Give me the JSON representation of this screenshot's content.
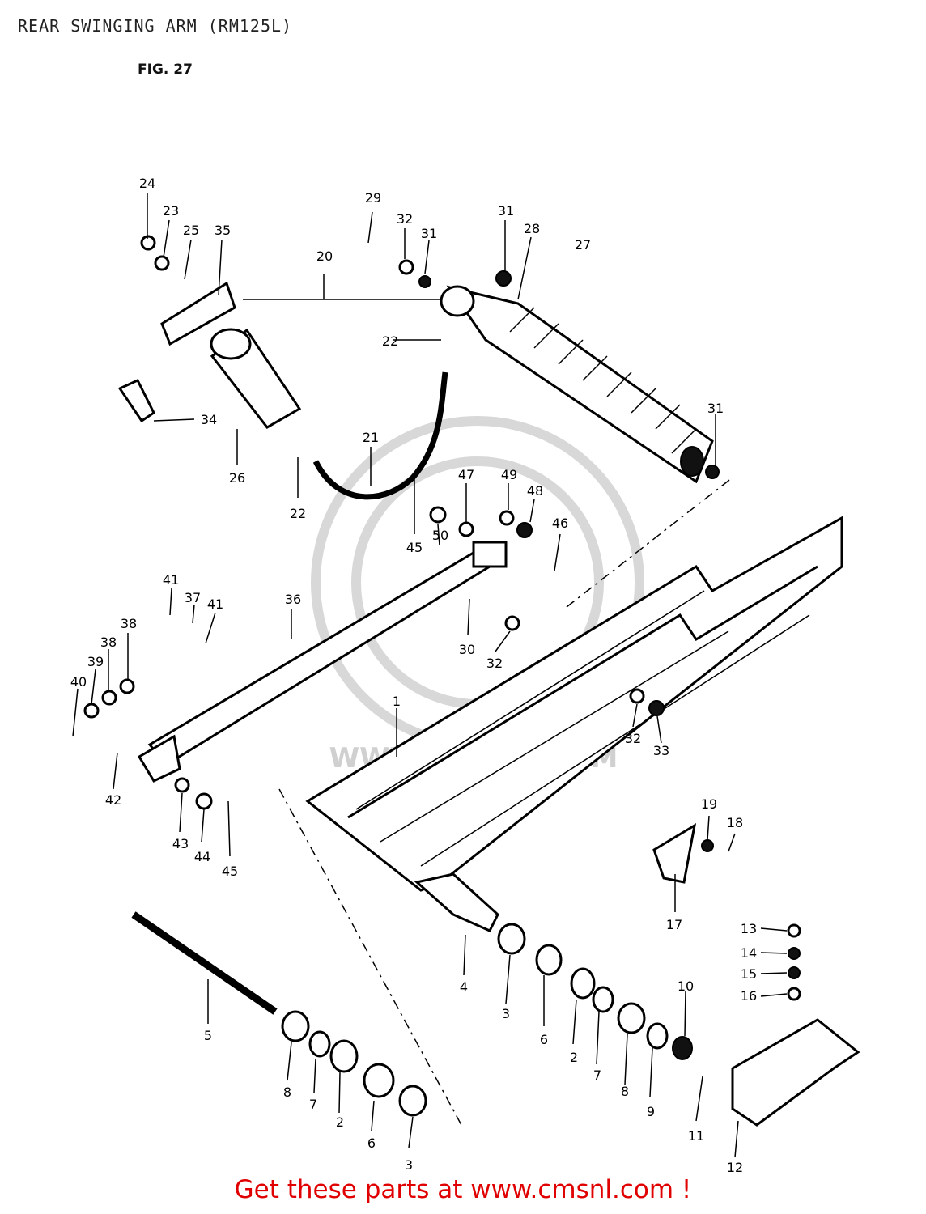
{
  "title": "REAR SWINGING ARM (RM125L)",
  "figure": "FIG. 27",
  "watermark": "WWW.CMSNL.COM",
  "footer": "Get these parts at www.cmsnl.com !",
  "colors": {
    "footer": "#e00000",
    "ink": "#000000",
    "watermark": "#d0d0d0"
  },
  "callouts": [
    "24",
    "23",
    "25",
    "35",
    "29",
    "32",
    "31",
    "31",
    "28",
    "27",
    "20",
    "22",
    "34",
    "26",
    "21",
    "31",
    "22",
    "47",
    "49",
    "48",
    "46",
    "45",
    "50",
    "36",
    "41",
    "37",
    "41",
    "38",
    "38",
    "39",
    "40",
    "30",
    "32",
    "1",
    "32",
    "33",
    "42",
    "43",
    "44",
    "45",
    "19",
    "18",
    "17",
    "4",
    "3",
    "6",
    "2",
    "7",
    "8",
    "9",
    "10",
    "13",
    "14",
    "15",
    "16",
    "5",
    "8",
    "7",
    "2",
    "6",
    "3",
    "11",
    "12"
  ]
}
